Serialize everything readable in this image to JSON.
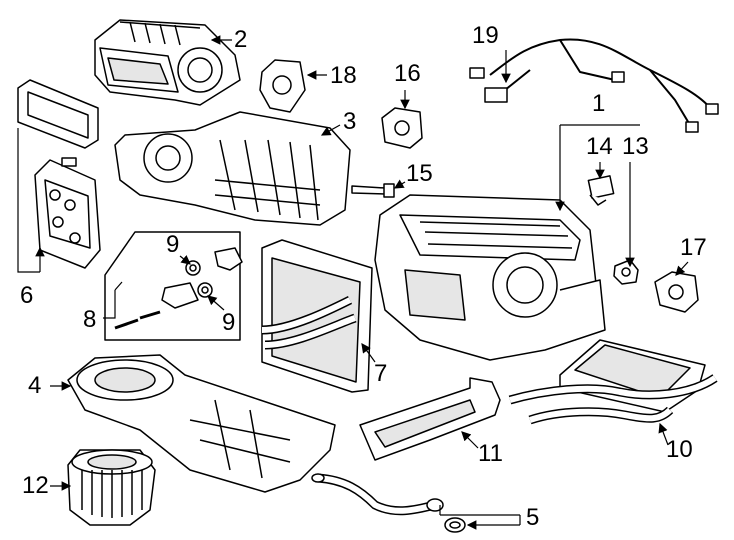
{
  "diagram": {
    "callouts": {
      "c1": "1",
      "c2": "2",
      "c3": "3",
      "c4": "4",
      "c5": "5",
      "c6": "6",
      "c7": "7",
      "c8": "8",
      "c9a": "9",
      "c9b": "9",
      "c10": "10",
      "c11": "11",
      "c12": "12",
      "c13": "13",
      "c14": "14",
      "c15": "15",
      "c16": "16",
      "c17": "17",
      "c18": "18",
      "c19": "19"
    }
  },
  "colors": {
    "line": "#000000",
    "background": "#ffffff",
    "fill": "#ffffff",
    "shade": "#e6e6e6"
  }
}
